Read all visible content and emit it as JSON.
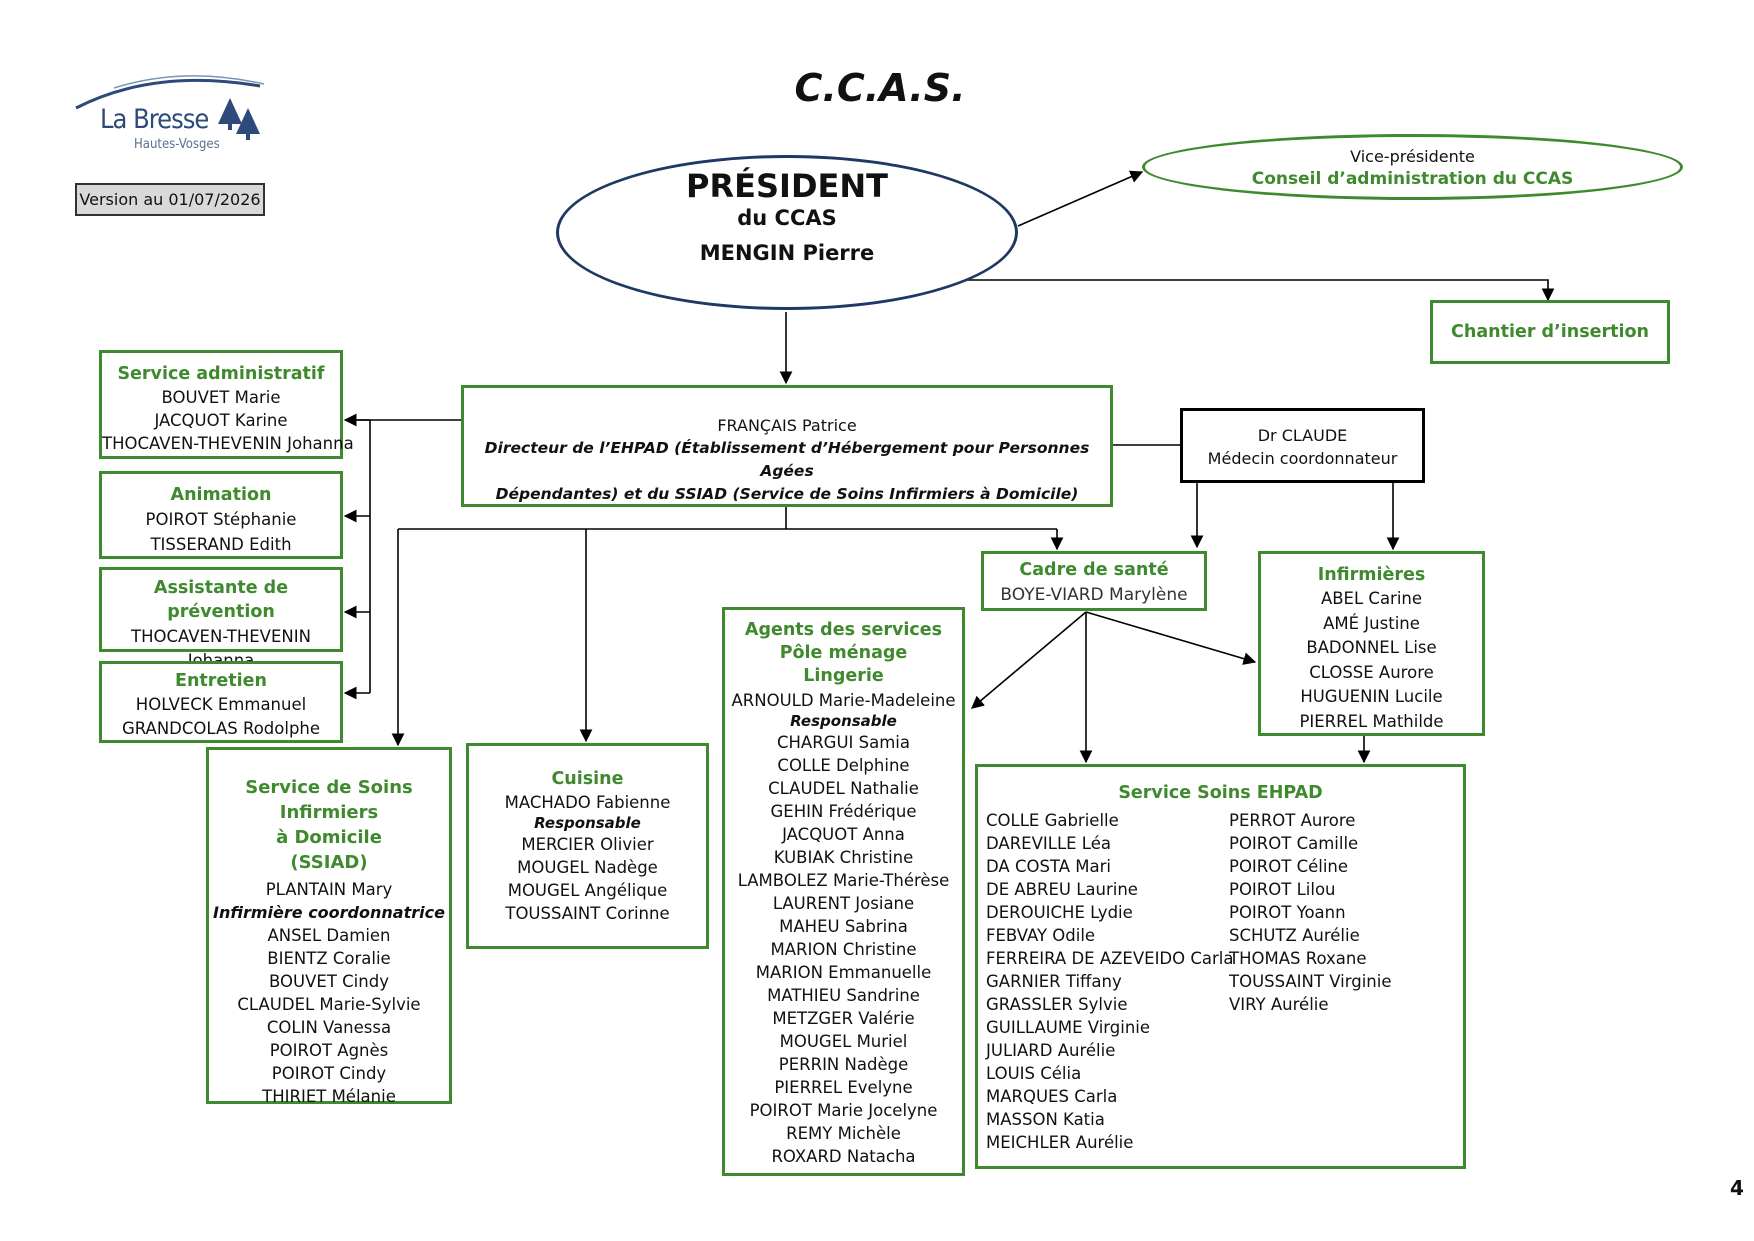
{
  "title": "C.C.A.S.",
  "logo": {
    "name": "La Bresse",
    "sub": "Hautes-Vosges",
    "icon": "pine-trees-icon"
  },
  "version": "Version au 01/07/2026",
  "page_number": "4",
  "president": {
    "role": "PRÉSIDENT",
    "org": "du CCAS",
    "name": "MENGIN Pierre"
  },
  "vice": {
    "role": "Vice-présidente",
    "council": "Conseil d’administration du CCAS"
  },
  "chantier": "Chantier d’insertion",
  "directeur": {
    "name": "FRANÇAIS Patrice",
    "line1": "Directeur de l’EHPAD (Établissement d’Hébergement pour Personnes Agées",
    "line2": "Dépendantes) et du SSIAD (Service de Soins Infirmiers à Domicile)"
  },
  "medecin": {
    "name": "Dr CLAUDE",
    "role": "Médecin coordonnateur"
  },
  "service_admin": {
    "title": "Service administratif",
    "members": [
      "BOUVET Marie",
      "JACQUOT Karine",
      "THOCAVEN-THEVENIN Johanna"
    ]
  },
  "animation": {
    "title": "Animation",
    "members": [
      "POIROT Stéphanie",
      "TISSERAND Edith"
    ]
  },
  "assistante": {
    "title": "Assistante de prévention",
    "members": [
      "THOCAVEN-THEVENIN",
      "Johanna"
    ]
  },
  "entretien": {
    "title": "Entretien",
    "members": [
      "HOLVECK Emmanuel",
      "GRANDCOLAS Rodolphe"
    ]
  },
  "ssiad": {
    "title1": "Service de Soins Infirmiers",
    "title2": "à Domicile",
    "title3": "(SSIAD)",
    "lead": "PLANTAIN Mary",
    "lead_role": "Infirmière coordonnatrice",
    "members": [
      "ANSEL Damien",
      "BIENTZ Coralie",
      "BOUVET Cindy",
      "CLAUDEL Marie-Sylvie",
      "COLIN Vanessa",
      "POIROT Agnès",
      "POIROT Cindy",
      "THIRIET Mélanie"
    ]
  },
  "cuisine": {
    "title": "Cuisine",
    "lead": "MACHADO Fabienne",
    "lead_role": "Responsable",
    "members": [
      "MERCIER Olivier",
      "MOUGEL Nadège",
      "MOUGEL Angélique",
      "TOUSSAINT Corinne"
    ]
  },
  "agents": {
    "title1": "Agents des services",
    "title2": "Pôle ménage",
    "title3": "Lingerie",
    "lead": "ARNOULD Marie-Madeleine",
    "lead_role": "Responsable",
    "members": [
      "CHARGUI Samia",
      "COLLE Delphine",
      "CLAUDEL Nathalie",
      "GEHIN Frédérique",
      "JACQUOT Anna",
      "KUBIAK Christine",
      "LAMBOLEZ Marie-Thérèse",
      "LAURENT Josiane",
      "MAHEU Sabrina",
      "MARION Christine",
      "MARION Emmanuelle",
      "MATHIEU Sandrine",
      "METZGER Valérie",
      "MOUGEL Muriel",
      "PERRIN Nadège",
      "PIERREL Evelyne",
      "POIROT Marie Jocelyne",
      "REMY Michèle",
      "ROXARD Natacha"
    ]
  },
  "cadre": {
    "title": "Cadre de santé",
    "name": "BOYE-VIARD Marylène"
  },
  "infirmieres": {
    "title": "Infirmières",
    "members": [
      "ABEL Carine",
      "AMÉ Justine",
      "BADONNEL Lise",
      "CLOSSE Aurore",
      "HUGUENIN Lucile",
      "PIERREL Mathilde"
    ]
  },
  "ehpad": {
    "title": "Service Soins EHPAD",
    "col1": [
      "COLLE Gabrielle",
      "DAREVILLE Léa",
      "DA COSTA Mari",
      "DE ABREU Laurine",
      "DEROUICHE Lydie",
      "FEBVAY Odile",
      "FERREIRA DE AZEVEIDO Carla",
      "GARNIER Tiffany",
      "GRASSLER Sylvie",
      "GUILLAUME Virginie",
      "JULIARD Aurélie",
      "LOUIS Célia",
      "MARQUES Carla",
      "MASSON Katia",
      "MEICHLER Aurélie"
    ],
    "col2": [
      "PERROT Aurore",
      "POIROT Camille",
      "POIROT Céline",
      "POIROT Lilou",
      "POIROT Yoann",
      "SCHUTZ Aurélie",
      "THOMAS Roxane",
      "TOUSSAINT Virginie",
      "VIRY Aurélie"
    ]
  },
  "colors": {
    "green": "#3f8a2e",
    "navy": "#1f3864",
    "black": "#000000",
    "version_bg": "#d9d9d9"
  }
}
